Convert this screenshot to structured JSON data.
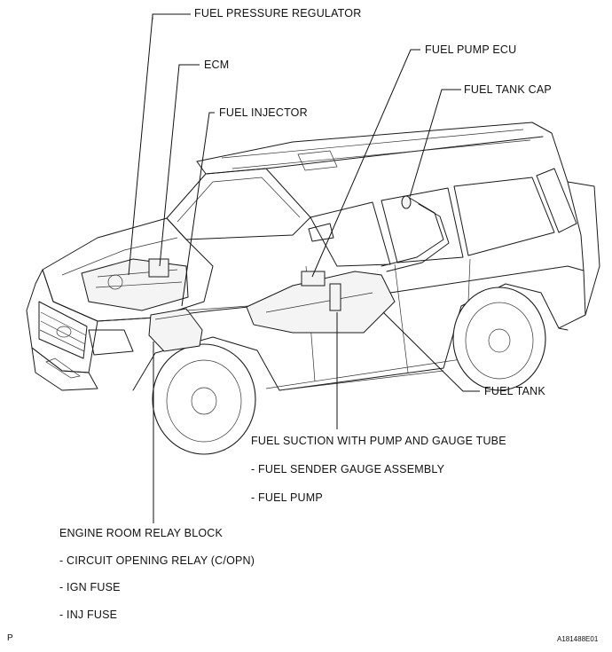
{
  "labels": {
    "fuel_pressure_regulator": "FUEL PRESSURE REGULATOR",
    "ecm": "ECM",
    "fuel_injector": "FUEL INJECTOR",
    "fuel_pump_ecu": "FUEL PUMP ECU",
    "fuel_tank_cap": "FUEL TANK CAP",
    "fuel_tank": "FUEL TANK",
    "fuel_suction_title": "FUEL SUCTION WITH PUMP AND GAUGE TUBE",
    "fuel_suction_item1": "- FUEL SENDER GAUGE ASSEMBLY",
    "fuel_suction_item2": "- FUEL PUMP",
    "engine_room_relay_block": "ENGINE ROOM RELAY BLOCK",
    "relay_item1": "- CIRCUIT OPENING RELAY (C/OPN)",
    "relay_item2": "- IGN FUSE",
    "relay_item3": "- INJ FUSE"
  },
  "corner": {
    "left": "P",
    "right": "A181488E01"
  },
  "colors": {
    "ink": "#111111",
    "background": "#ffffff"
  }
}
